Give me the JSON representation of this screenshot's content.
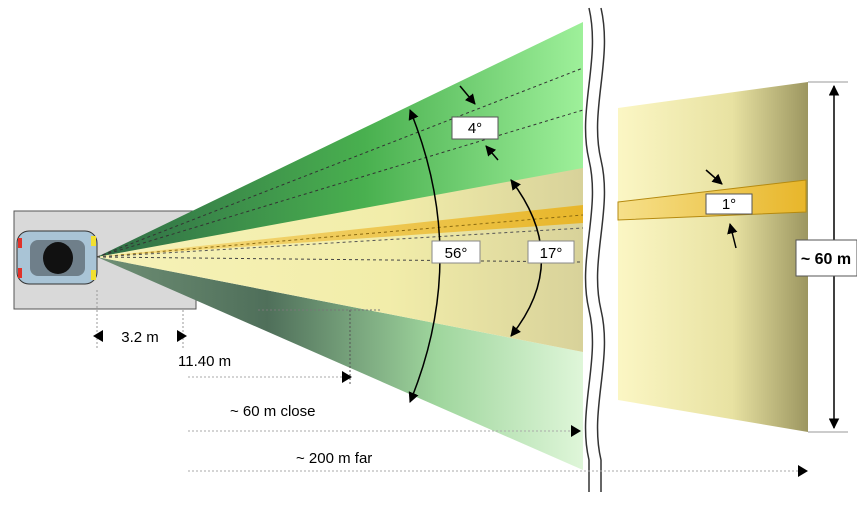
{
  "diagram": {
    "angles": {
      "wide": "56°",
      "medium": "17°",
      "narrow": "4°",
      "beam": "1°"
    },
    "distances": {
      "car_to_sensor": "3.2 m",
      "close_start": "11.40 m",
      "close_range": "~ 60 m close",
      "far_range": "~ 200 m far",
      "width": "~ 60 m"
    },
    "colors": {
      "wide_zone": "#6fcf6f",
      "medium_zone": "#f4f0a8",
      "far_zone": "#f6f2b4",
      "beam": "#f0c330",
      "road": "#d9d9d9"
    }
  }
}
